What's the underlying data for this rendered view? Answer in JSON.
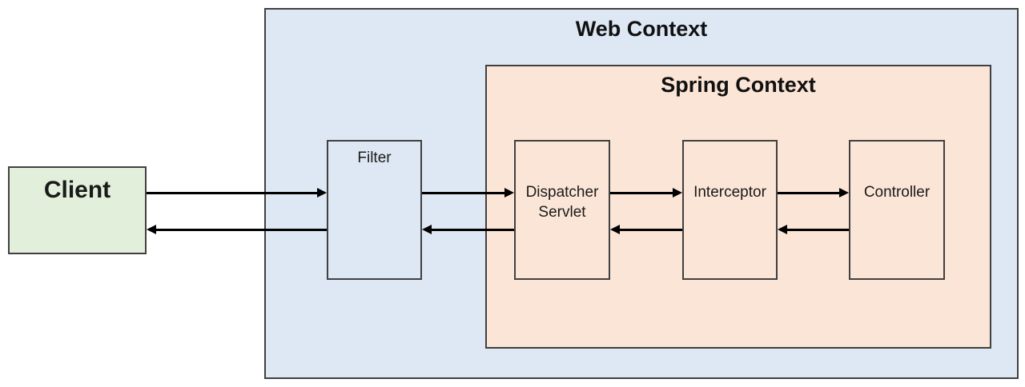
{
  "diagram": {
    "type": "architecture-flow",
    "containers": {
      "web_context": {
        "label": "Web Context"
      },
      "spring_context": {
        "label": "Spring Context"
      }
    },
    "nodes": {
      "client": {
        "label": "Client"
      },
      "filter": {
        "label": "Filter"
      },
      "dispatcher_servlet": {
        "label": "Dispatcher Servlet"
      },
      "interceptor": {
        "label": "Interceptor"
      },
      "controller": {
        "label": "Controller"
      }
    },
    "edges": [
      {
        "from": "Client",
        "to": "Filter",
        "direction": "forward"
      },
      {
        "from": "Filter",
        "to": "Dispatcher Servlet",
        "direction": "forward"
      },
      {
        "from": "Dispatcher Servlet",
        "to": "Interceptor",
        "direction": "forward"
      },
      {
        "from": "Interceptor",
        "to": "Controller",
        "direction": "forward"
      },
      {
        "from": "Controller",
        "to": "Interceptor",
        "direction": "return"
      },
      {
        "from": "Interceptor",
        "to": "Dispatcher Servlet",
        "direction": "return"
      },
      {
        "from": "Dispatcher Servlet",
        "to": "Filter",
        "direction": "return"
      },
      {
        "from": "Filter",
        "to": "Client",
        "direction": "return"
      }
    ],
    "colors": {
      "web_context_fill": "#dee8f4",
      "spring_context_fill": "#fbe5d6",
      "client_fill": "#e2efda",
      "box_border": "#404040",
      "arrow": "#000000",
      "page_background": "#ffffff"
    }
  }
}
